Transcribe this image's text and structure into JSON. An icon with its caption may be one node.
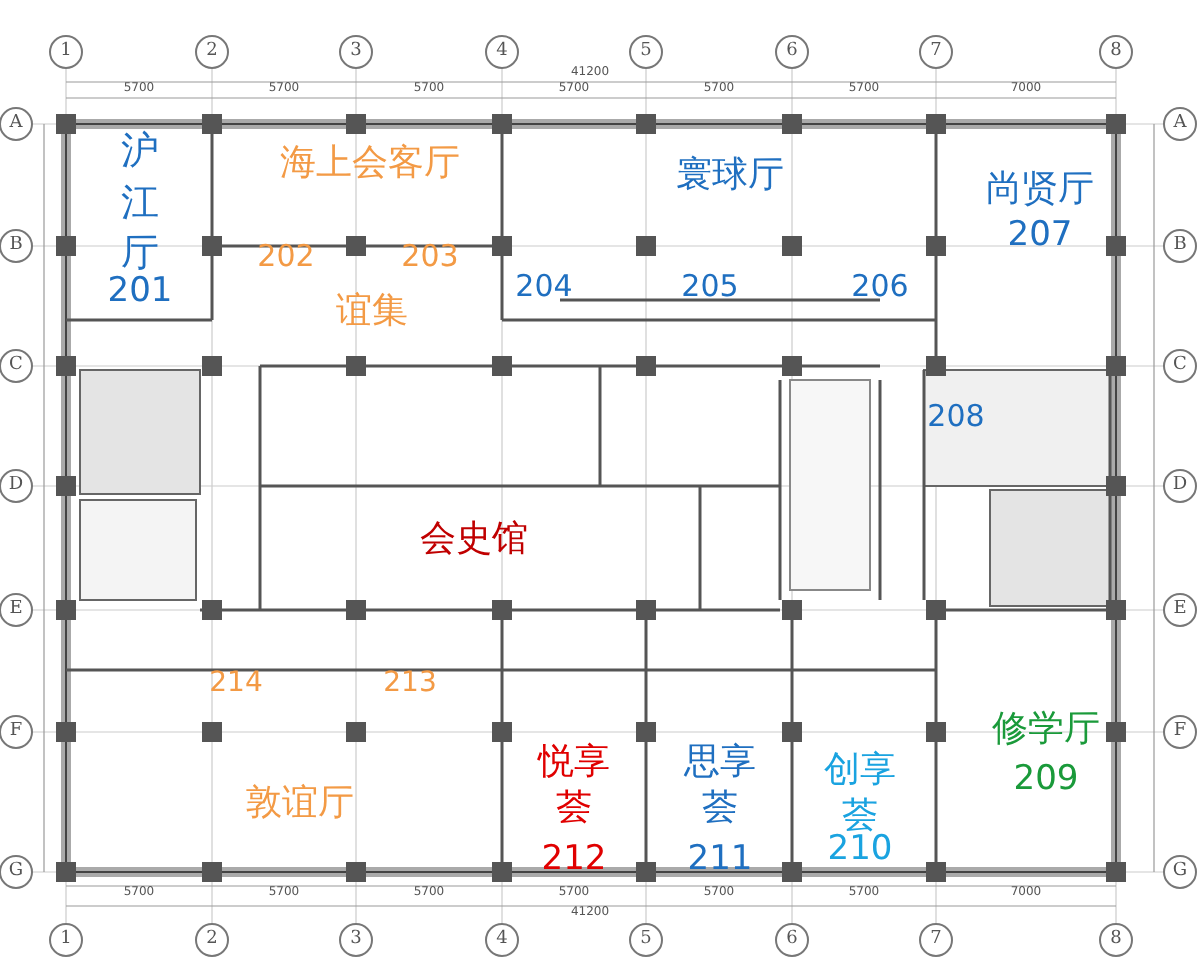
{
  "diagram": {
    "labels": [
      "1",
      "2",
      "3",
      "4",
      "5",
      "6",
      "7",
      "8",
      "41200",
      "5700",
      "5700",
      "5700",
      "5700",
      "5700",
      "5700",
      "7000",
      "A",
      "B",
      "C",
      "D",
      "E",
      "F",
      "G",
      "沪江厅",
      "201",
      "海上会客厅",
      "202",
      "203",
      "谊集",
      "寰球厅",
      "204",
      "205",
      "206",
      "尚贤厅",
      "207",
      "208",
      "会史馆",
      "214",
      "213",
      "敦谊厅",
      "悦享荟",
      "212",
      "思享荟",
      "211",
      "创享荟",
      "210",
      "修学厅",
      "209",
      "A",
      "B",
      "C",
      "D",
      "E",
      "F",
      "G",
      "5700",
      "5700",
      "5700",
      "5700",
      "5700",
      "5700",
      "7000",
      "41200",
      "1",
      "2",
      "3",
      "4",
      "5",
      "6",
      "7",
      "8"
    ]
  }
}
